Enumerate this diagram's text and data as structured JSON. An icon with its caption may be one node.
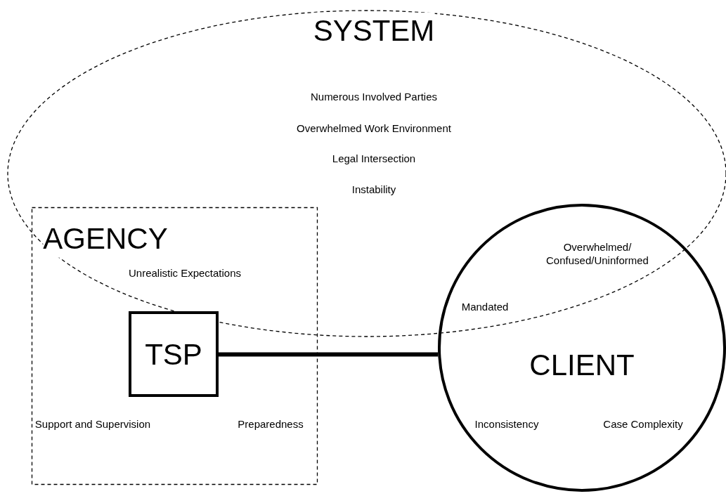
{
  "diagram": {
    "nodes": [
      {
        "text": [
          "SYSTEM",
          "Numerous Involved Parties",
          "Overwhelmed Work Environment",
          "Legal Intersection",
          "Instability"
        ]
      },
      {
        "text": [
          "AGENCY",
          "Unrealistic Expectations",
          "Support and Supervision",
          "Preparedness"
        ]
      },
      {
        "text": [
          "TSP"
        ],
        "in": 1
      },
      {
        "text": [
          "CLIENT",
          "Overwhelmed/ Confused/Uninformed",
          "Mandated",
          "Inconsistency",
          "Case Complexity"
        ]
      }
    ],
    "edges": [
      {
        "from": 2,
        "to": 3,
        "arrow": "none"
      }
    ]
  }
}
